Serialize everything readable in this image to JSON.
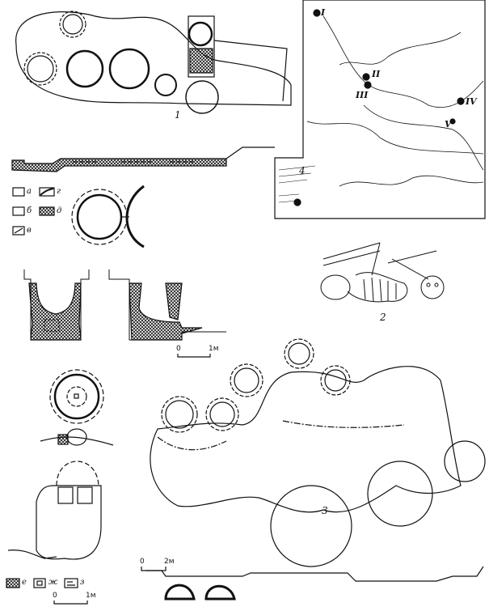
{
  "figures": {
    "f1": "1",
    "f2": "2",
    "f3": "3",
    "f4": "4"
  },
  "legend_top": {
    "a": "а",
    "b": "б",
    "v": "в",
    "g": "г",
    "d": "д"
  },
  "legend_bottom": {
    "e": "е",
    "zh": "ж",
    "z": "з"
  },
  "map_sites": {
    "s1": "I",
    "s2": "II",
    "s3": "III",
    "s4": "IV",
    "s5": "V"
  },
  "scales": {
    "top": {
      "zero": "0",
      "end": "1м"
    },
    "middle": {
      "zero": "0",
      "end": "2м"
    },
    "bottom": {
      "zero": "0",
      "end": "1м"
    }
  }
}
